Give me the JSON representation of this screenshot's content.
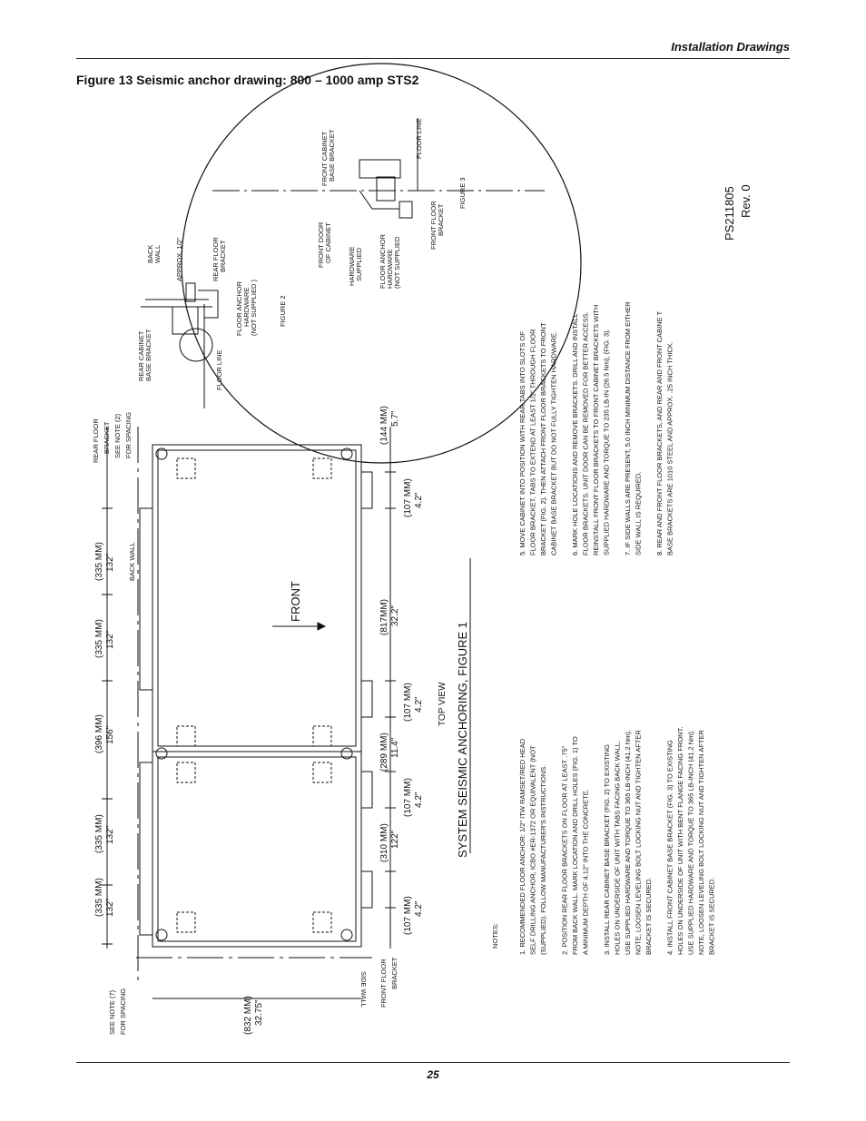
{
  "header": {
    "section_title": "Installation Drawings"
  },
  "figure": {
    "title": "Figure 13  Seismic anchor drawing: 800 – 1000 amp STS2"
  },
  "footer": {
    "page_number": "25"
  },
  "drawing": {
    "main_title": "SYSTEM   SEISMIC   ANCHORING,   FIGURE   1",
    "top_view": "TOP VIEW",
    "front": "FRONT",
    "back_wall": "BACK  WALL",
    "side_wall": "SIDE  WALL",
    "front_floor_bracket": "FRONT   FLOOR\nBRACKET",
    "rear_floor_bracket": "REAR FLOOR\nBRACKET\nSEE  NOTE  (2)\nFOR SPACING",
    "see_note_7": "SEE  NOTE  (7)\nFOR SPACING",
    "dims_top": [
      {
        "mm": "(335  MM)",
        "in": "132\""
      },
      {
        "mm": "(335  MM)",
        "in": "132\""
      },
      {
        "mm": "(396  MM)",
        "in": "156\""
      },
      {
        "mm": "(335  MM)",
        "in": "132\""
      },
      {
        "mm": "(335  MM)",
        "in": "132\""
      }
    ],
    "dims_bottom": [
      {
        "mm": "(107 MM)",
        "in": "4.2\""
      },
      {
        "mm": "(310 MM)",
        "in": "122\""
      },
      {
        "mm": "(107 MM)",
        "in": "4.2\""
      },
      {
        "mm": "(289  MM)",
        "in": "11.4\""
      },
      {
        "mm": "(107 MM)",
        "in": "4.2\""
      },
      {
        "mm": "(817MM)",
        "in": "32.2\""
      },
      {
        "mm": "(107 MM)",
        "in": "4.2\""
      },
      {
        "mm": "(144 MM)",
        "in": "5.7\""
      }
    ],
    "dim_depth": {
      "mm": "(832  MM)",
      "in": "32.75\""
    },
    "figure2": {
      "label": "FIGURE   2",
      "back_wall": "BACK\nWALL",
      "approx": "APPROX.  1/2\"",
      "rear_floor_bracket": "REAR  FLOOR\nBRACKET",
      "rear_cabinet_base": "REAR  CABINET\nBASE  BRACKET",
      "floor_anchor": "FLOOR   ANCHOR\nHARDWARE\n(NOT   SUPPLIED   )",
      "floor_line": "FLOOR   LINE"
    },
    "figure3": {
      "label": "FIGURE   3",
      "front_cabinet_base": "FRONT  CABINET\nBASE  BRACKET",
      "floor_line": "FLOOR   LINE",
      "front_door": "FRONT   DOOR\nOF CABINET",
      "hardware_supplied": "HARDWARE\nSUPPLIED",
      "floor_anchor": "FLOOR   ANCHOR\nHARDWARE\n(NOT   SUPPLIED",
      "front_floor_bracket": "FRONT   FLOOR\nBRACKET"
    },
    "part_number": "PS211805",
    "revision": "Rev. 0"
  },
  "notes": {
    "heading": "NOTES:",
    "items": [
      [
        "1.  RECOMMENDED     FLOOR    ANCHOR:  1/2\"  ITW  RAMSET/RED    HEAD",
        "SELF  DRILLING  ANCHOR,   ICBO  #ER-1372   OR  EQUIVALENT     (NOT",
        "(SUPPLIED). FOLLOW MANUFACTURER'S INSTRUCTIONS."
      ],
      [
        "2.  POSITION    REAR   FLOOR   BRACKETS    ON  FLOOR   AT  LEAST  .75\"",
        "FROM  BACK  WALL.  MARK  LOCATION    AND DRILL  HOLES  (FIG.  1)  TO",
        "A MINIMUM DEPTH OF 4.12\" INTO THE CONCRETE."
      ],
      [
        "3.  INSTALL    REAR   CABINET    BASE   BRACKET    (FIG.  2)  TO EXISTING",
        "HOLES ON UNDERSIDE OF UNIT WITH TABS FACING BACK WALL.",
        "USE SUPPLIED HARDWARE AND TORQUE TO 365 LB-INCH (41.2 Nm).",
        "NOTE,   LOOSEN   LEVELING    BOLT  LOCKING    NUT  AND  TIGHTEN    AFTER",
        "BRACKET    IS SECURED."
      ],
      [
        "4.  INSTALL    FRONT   CABINET   BASE   BRACKET    (FIG.  3) TO EXISTING",
        "HOLES   ON  UNDERSIDE    OF  UNIT WITH BENT FLANGE FACING FRONT.",
        "USE SUPPLIED HARDWARE AND TORQUE TO 365 LB-INCH (41.2 Nm).",
        "NOTE,  LOOSEN   LEVELING    BOLT   LOCKING    NUT  AND  TIGHTEN    AFTER",
        "BRACKET    IS SECURED."
      ],
      [
        "5.  MOVE   CABINET    INTO  POSITION    WITH  REAR  TABS  INTO  SLOTS   OF",
        "FLOOR BRACKET. TABS TO EXTEND AT LEAST 1/2\" THROUGH FLOOR",
        "BRACKET    (FIG.  2).  THEN   ATTACH   FRONT   FLOOR   BRACKETS    TO  FRONT",
        "CABINET    BASE   BRACKET    BUT  DO  NOT  FULLY   TIGHTEN   HARDWARE."
      ],
      [
        "6.  MARK  HOLE LOCATIONS AND REMOVE BRACKETS. DRILL AND INSTALL",
        "FLOOR   BRACKETS.    UNIT  DOOR   CAN   BE  REMOVED    FOR  BETTER   ACCESS.",
        "REINSTALL    FRONT   FLOOR   BRACKETS    TO FRONT   CABINET   BRACKETS    WITH",
        "SUPPLIED HARDWARE AND TORQUE TO 235 LB-IN (26.5 Nm), (FIG. 3)."
      ],
      [
        "7.  IF  SIDE   WALLS   ARE   PRESENT,    5.0  INCH  MINIMUM    DISTANCE    FROM   EITHER",
        "SIDE   WALL   IS  REQUIRED."
      ],
      [
        "8.  REAR  AND  FRONT   FLOOR   BRACKETS,     AND  REAR  AND   FRONT   CABINE T",
        "BASE  BRACKETS    ARE   1010   STEEL   AND  APPROX.   .25  INCH  THICK."
      ]
    ]
  }
}
